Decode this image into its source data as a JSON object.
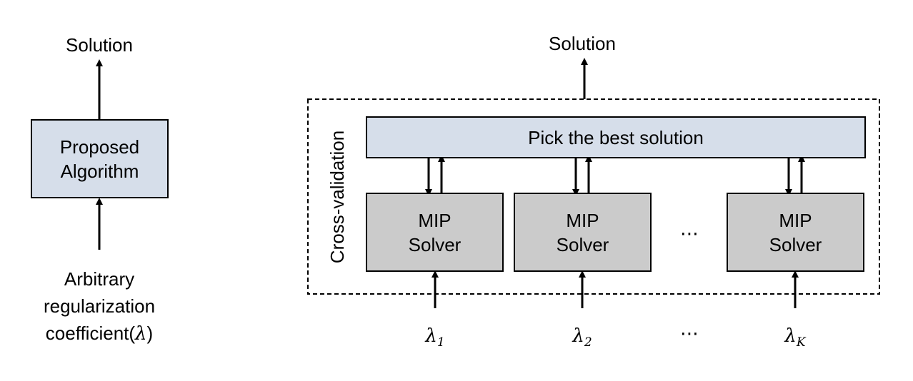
{
  "left": {
    "output_label": "Solution",
    "box_label": "Proposed\nAlgorithm",
    "input_label_line1": "Arbitrary",
    "input_label_line2": "regularization",
    "input_label_line3": "coefficient(",
    "input_symbol": "λ",
    "input_label_close": ")"
  },
  "right": {
    "output_label": "Solution",
    "group_label": "Cross-validation",
    "top_box_label": "Pick the best solution",
    "solver_label": "MIP\nSolver",
    "ellipsis": "⋯",
    "lambdas": [
      {
        "symbol": "λ",
        "subscript": "1"
      },
      {
        "symbol": "λ",
        "subscript": "2"
      },
      {
        "symbol": "λ",
        "subscript": "K"
      }
    ]
  }
}
